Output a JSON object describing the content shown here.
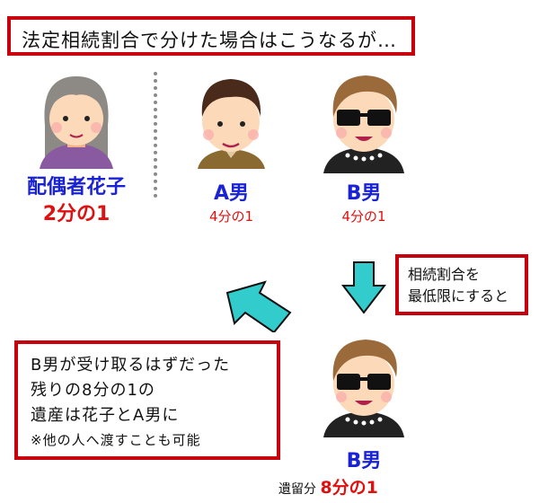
{
  "title": "法定相続割合で分けた場合はこうなるが…",
  "heirs": [
    {
      "name": "配偶者花子",
      "share": "2分の1",
      "icon": "elderly-woman-avatar"
    },
    {
      "name": "A男",
      "share": "4分の1",
      "icon": "man-avatar"
    },
    {
      "name": "B男",
      "share": "4分の1",
      "icon": "sunglasses-man-avatar"
    }
  ],
  "note": {
    "line1": "相続割合を",
    "line2": "最低限にすると"
  },
  "result": {
    "line1": "B男が受け取るはずだった",
    "line2": "残りの8分の1の",
    "line3": "遺産は花子とA男に",
    "line4": "※他の人へ渡すことも可能"
  },
  "bottom_heir": {
    "name": "B男",
    "label": "遺留分",
    "share": "8分の1",
    "icon": "sunglasses-man-avatar"
  },
  "colors": {
    "box_border": "#c8000e",
    "name_blue": "#1a22d6",
    "share_red": "#e01010",
    "arrow": "#33cccc"
  }
}
